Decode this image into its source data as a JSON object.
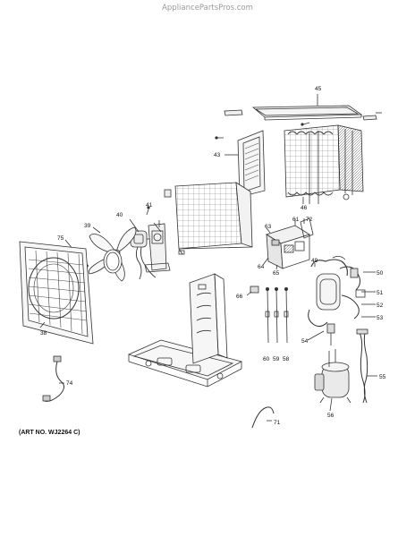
{
  "header": {
    "site": "AppliancePartsPros.com"
  },
  "art_number": "(ART NO. WJ2264 C)",
  "callouts": {
    "c38": "38",
    "c39": "39",
    "c40": "40",
    "c41": "41",
    "c43": "43",
    "c45": "45",
    "c46": "46",
    "c49": "49",
    "c50": "50",
    "c51": "51",
    "c52": "52",
    "c53": "53",
    "c54": "54",
    "c55": "55",
    "c56": "56",
    "c58": "58",
    "c59": "59",
    "c60": "60",
    "c61": "61",
    "c63": "63",
    "c64": "64",
    "c65": "65",
    "c66": "66",
    "c71": "71",
    "c72": "72",
    "c74": "74",
    "c75": "75"
  }
}
